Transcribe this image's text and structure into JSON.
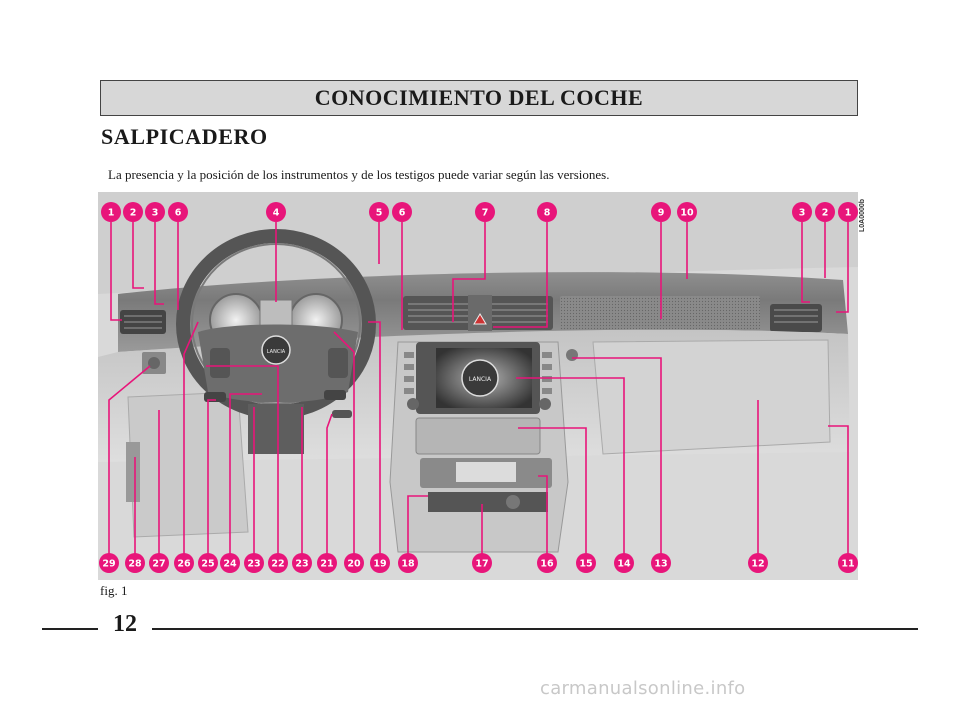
{
  "section_title": "CONOCIMIENTO DEL COCHE",
  "page_heading": "SALPICADERO",
  "intro_text": "La presencia y la posición de los instrumentos y de los testigos puede variar según las versiones.",
  "figure_code": "L0A0000b",
  "figure_caption": "fig. 1",
  "page_number": "12",
  "watermark": "carmanualsonline.info",
  "dashboard_brand": "LANCIA",
  "badge_color": "#e8157a",
  "callouts_top": [
    "1",
    "2",
    "3",
    "6",
    "4",
    "5",
    "6",
    "7",
    "8",
    "9",
    "10",
    "3",
    "2",
    "1"
  ],
  "callouts_bottom": [
    "29",
    "28",
    "27",
    "26",
    "25",
    "24",
    "23",
    "22",
    "23",
    "21",
    "20",
    "19",
    "18",
    "17",
    "16",
    "15",
    "14",
    "13",
    "12",
    "11"
  ]
}
